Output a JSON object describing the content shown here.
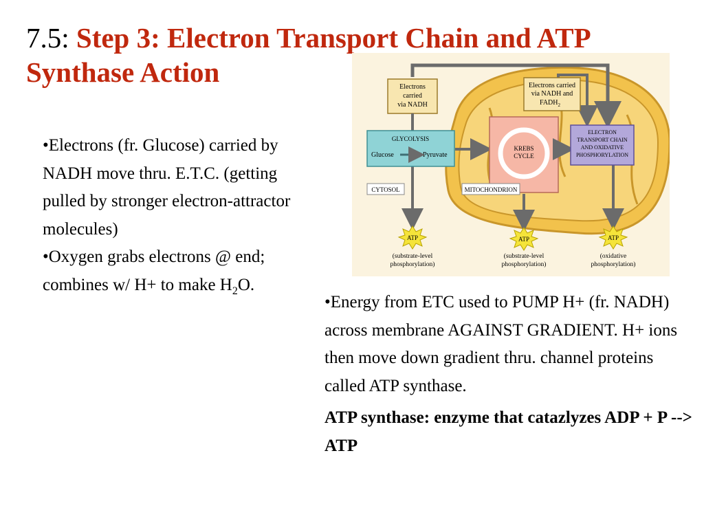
{
  "title": {
    "number": "7.5:",
    "step": "Step 3:  Electron Transport Chain and ATP Synthase Action"
  },
  "left_bullets": {
    "b1": "•Electrons (fr. Glucose) carried by NADH move thru. E.T.C. (getting pulled by stronger electron-attractor molecules)",
    "b2_pre": "•Oxygen grabs electrons @ end; combines w/ H+ to make H",
    "b2_sub": "2",
    "b2_post": "O."
  },
  "right_bullets": {
    "b1": "•Energy from ETC used to PUMP H+ (fr. NADH) across membrane AGAINST GRADIENT.  H+ ions then move down gradient thru. channel proteins called ATP synthase.",
    "b2": "ATP synthase:  enzyme that catazlyzes ADP + P --> ATP"
  },
  "figure": {
    "electrons_nadh": [
      "Electrons",
      "carried",
      "via NADH"
    ],
    "electrons_nadh_fadh": [
      "Electrons carried",
      "via NADH and",
      "FADH"
    ],
    "fadh_sub": "2",
    "glycolysis": "GLYCOLYSIS",
    "glucose": "Glucose",
    "pyruvate": "Pyruvate",
    "krebs": [
      "KREBS",
      "CYCLE"
    ],
    "etc": [
      "ELECTRON",
      "TRANSPORT CHAIN",
      "AND OXIDATIVE",
      "PHOSPHORYLATION"
    ],
    "cytosol": "CYTOSOL",
    "mitochondrion": "MITOCHONDRION",
    "atp": "ATP",
    "atp1_caption": [
      "(substrate-level",
      "phosphorylation)"
    ],
    "atp2_caption": [
      "(substrate-level",
      "phosphorylation)"
    ],
    "atp3_caption": [
      "(oxidative",
      "phosphorylation)"
    ],
    "colors": {
      "background": "#fbf3df",
      "mitochondrion": "#f2c24c",
      "membrane": "#c9962a",
      "glycolysis_box": "#8fd3d6",
      "krebs_box": "#f6b7a6",
      "etc_box": "#b3a8da",
      "label_box": "#f8e6b0",
      "atp_burst": "#f5e43a",
      "title_red": "#c0280e"
    }
  }
}
